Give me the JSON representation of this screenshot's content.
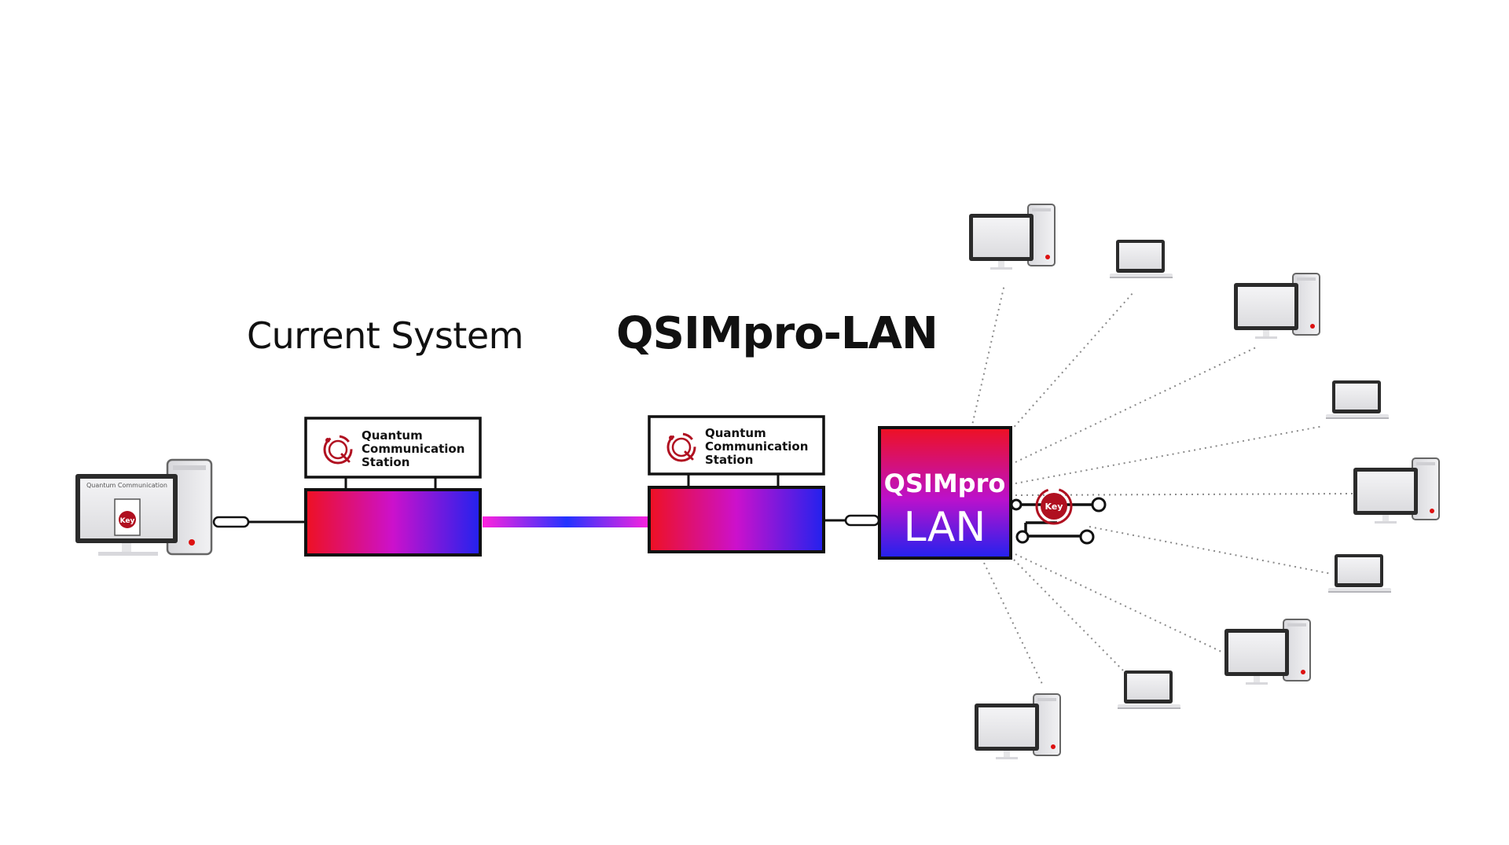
{
  "headings": {
    "current_system": "Current System",
    "qsimpro_lan": "QSIMpro-LAN"
  },
  "station": {
    "line1": "Quantum",
    "line2": "Communication",
    "line3": "Station"
  },
  "workstation": {
    "screen_caption": "Quantum Communication",
    "key_label": "Key"
  },
  "lan_box": {
    "line1": "QSIMpro",
    "line2": "LAN"
  },
  "key_badge": "Key",
  "colors": {
    "gradient_start": "#ee1122",
    "gradient_mid": "#cc11cc",
    "gradient_end": "#2222ee",
    "quantum_red": "#b01020",
    "link_magenta": "#ff22dd",
    "link_blue": "#3333ff"
  },
  "icons": {
    "station_logo": "quantum-q-logo-icon",
    "desktop": "desktop-computer-icon",
    "laptop": "laptop-icon",
    "key": "key-badge-icon"
  }
}
